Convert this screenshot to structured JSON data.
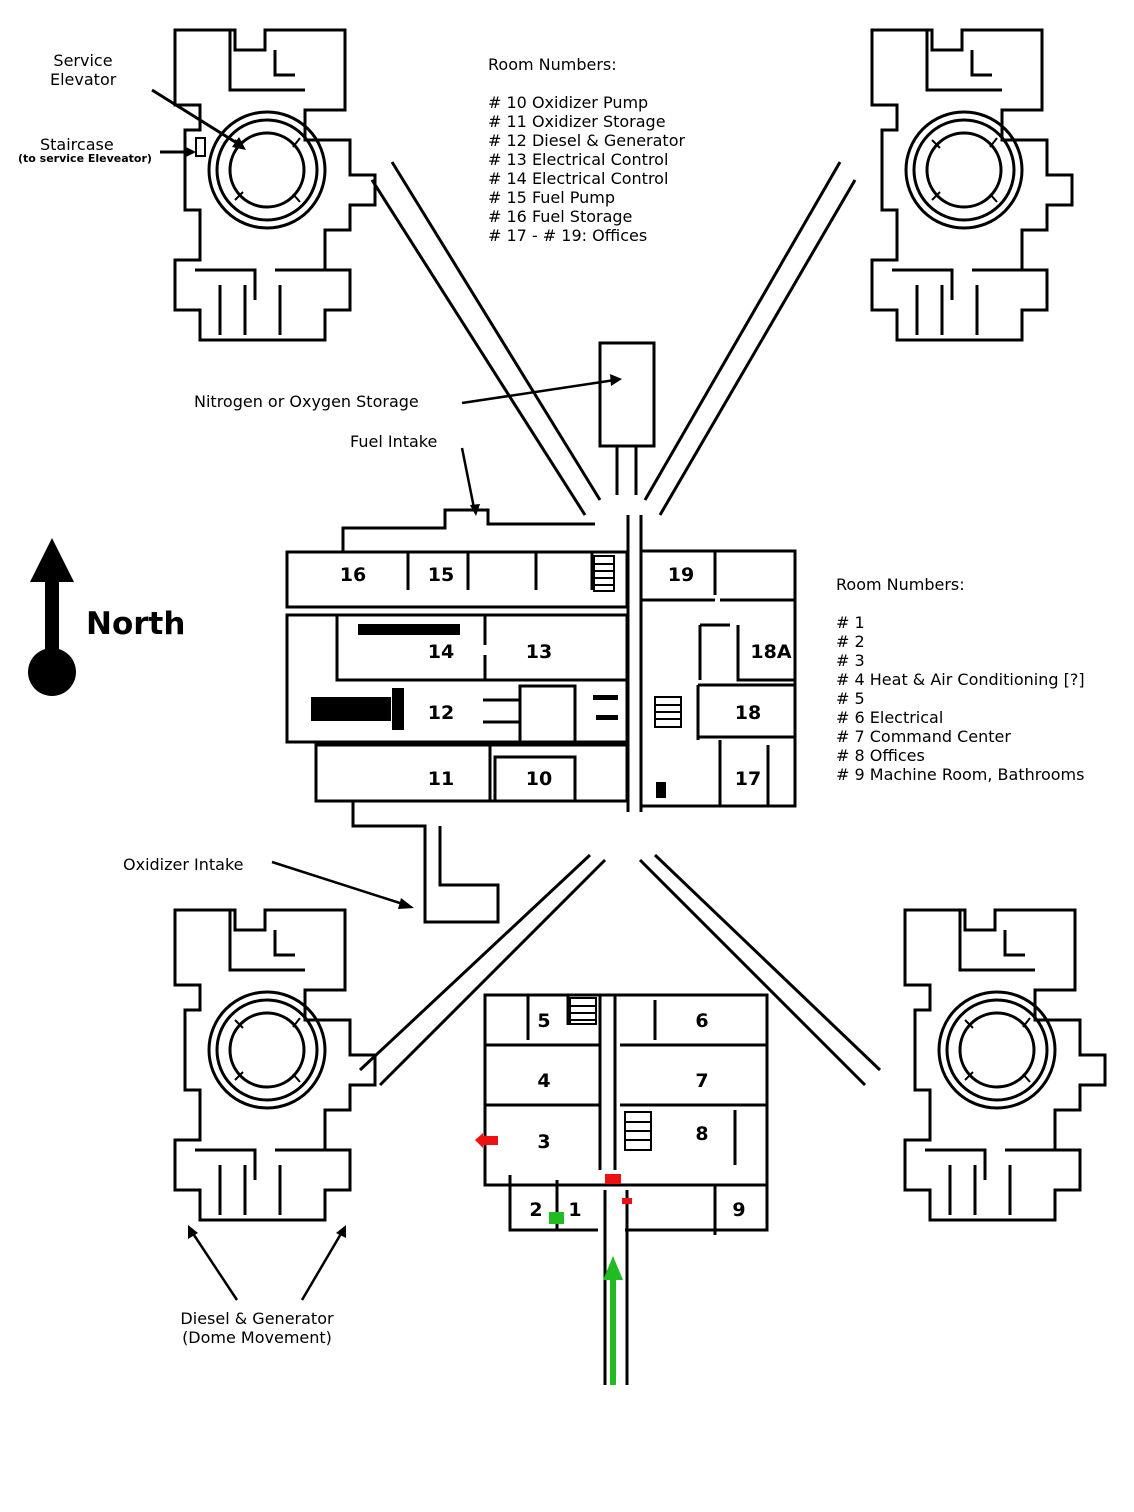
{
  "map": {
    "title": "Missile Complex Floor Plan",
    "colors": {
      "entry_path": "#22bb22",
      "exit_marker": "#ee1111",
      "walls": "#000000"
    }
  },
  "annotations": {
    "service_elevator": "Service Elevator",
    "service_elevator_line1": "Service",
    "service_elevator_line2": "Elevator",
    "staircase": "Staircase",
    "staircase_sub": "(to service Eleveator)",
    "nitrogen_storage": "Nitrogen or Oxygen Storage",
    "fuel_intake": "Fuel Intake",
    "oxidizer_intake": "Oxidizer Intake",
    "diesel_line1": "Diesel & Generator",
    "diesel_line2": "(Dome Movement)"
  },
  "compass": {
    "label": "North",
    "icon": "north-arrow-icon"
  },
  "legend_top": {
    "heading": "Room Numbers:",
    "items": [
      "# 10 Oxidizer Pump",
      "# 11 Oxidizer Storage",
      "# 12 Diesel & Generator",
      "# 13 Electrical Control",
      "# 14 Electrical Control",
      "# 15 Fuel Pump",
      "# 16 Fuel Storage",
      "# 17 - # 19: Offices"
    ]
  },
  "legend_right": {
    "heading": "Room Numbers:",
    "items": [
      "# 1",
      "# 2",
      "# 3",
      "# 4 Heat & Air Conditioning [?]",
      "# 5",
      "# 6 Electrical",
      "# 7 Command Center",
      "# 8 Offices",
      "# 9 Machine Room, Bathrooms"
    ]
  },
  "rooms_center": [
    "16",
    "15",
    "14",
    "13",
    "12",
    "11",
    "10",
    "19",
    "18A",
    "18",
    "17"
  ],
  "rooms_south": [
    "5",
    "6",
    "4",
    "7",
    "3",
    "8",
    "2",
    "1",
    "9"
  ]
}
